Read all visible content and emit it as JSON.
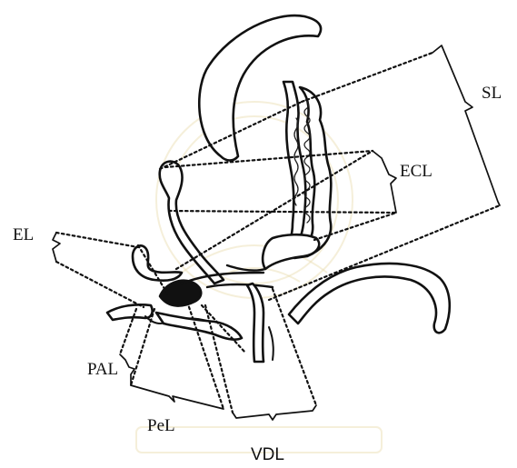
{
  "labels": {
    "sl": "SL",
    "ecl": "ECL",
    "el": "EL",
    "pal": "PAL",
    "pel": "PeL",
    "vdl": "VDL"
  },
  "colors": {
    "ink": "#111111",
    "background": "#ffffff",
    "watermark": "#e9dcae"
  }
}
